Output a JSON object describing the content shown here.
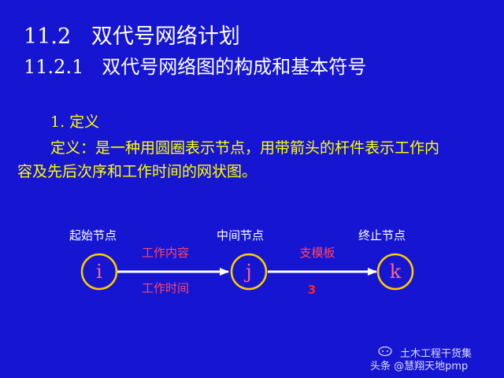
{
  "header": {
    "title": "11.2   双代号网络计划",
    "subtitle": "11.2.1   双代号网络图的构成和基本符号"
  },
  "content": {
    "section_label": "1. 定义",
    "definition_line1": "定义：是一种用圆圈表示节点，用带箭头的杆件表示工作内",
    "definition_line2": "容及先后次序和工作时间的网状图。"
  },
  "diagram": {
    "nodes": [
      {
        "caption": "起始节点",
        "letter": "i"
      },
      {
        "caption": "中间节点",
        "letter": "j"
      },
      {
        "caption": "终止节点",
        "letter": "k"
      }
    ],
    "edges": [
      {
        "work_label": "工作内容",
        "time_label": "工作时间"
      },
      {
        "work_label": "支模板",
        "time_label": "3"
      }
    ],
    "colors": {
      "background": "#1616d2",
      "node_stroke": "#ffcc00",
      "arrow": "#ffffff",
      "work_text": "#ff4466",
      "node_letter": "#ff6688"
    }
  },
  "watermark": {
    "line1": "土木工程干货集",
    "line2": "头条 @慧翔天地pmp"
  }
}
